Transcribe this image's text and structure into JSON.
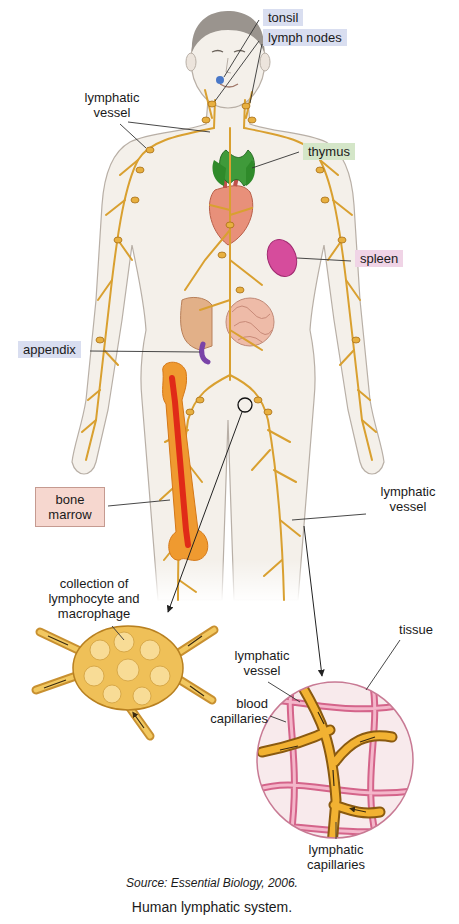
{
  "diagram": {
    "caption": "Human lymphatic system.",
    "nodes": [
      {
        "text": [
          "tonsil"
        ]
      },
      {
        "text": [
          "lymph nodes"
        ]
      },
      {
        "text": [
          "thymus"
        ]
      },
      {
        "text": [
          "spleen"
        ]
      },
      {
        "text": [
          "appendix"
        ]
      },
      {
        "text": [
          "bone marrow"
        ]
      }
    ],
    "labels": [
      "lymphatic vessel",
      "lymphatic vessel",
      "collection of lymphocyte and macrophage",
      "tissue",
      "lymphatic vessel",
      "blood capillaries",
      "lymphatic capillaries",
      "Source: Essential Biology, 2006."
    ]
  }
}
